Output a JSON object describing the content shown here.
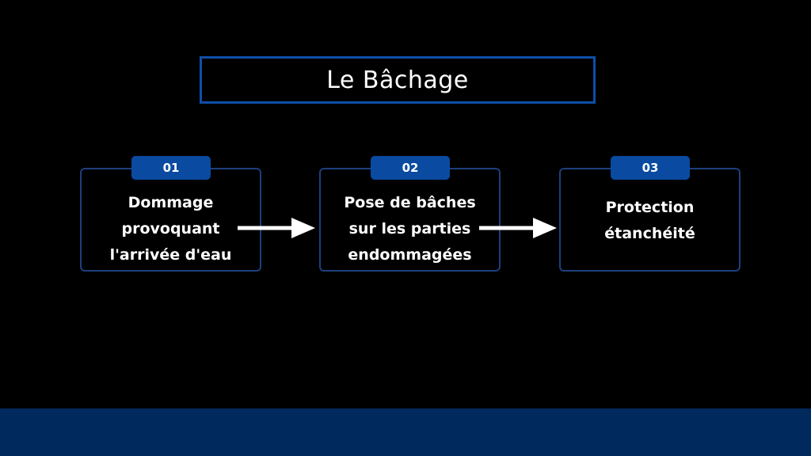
{
  "title": "Le Bâchage",
  "steps": [
    {
      "number": "01",
      "lines": [
        "Dommage",
        "provoquant",
        "l'arrivée d'eau"
      ]
    },
    {
      "number": "02",
      "lines": [
        "Pose de bâches",
        "sur les parties",
        "endommagées"
      ]
    },
    {
      "number": "03",
      "lines": [
        "Protection",
        "étanchéité"
      ]
    }
  ],
  "colors": {
    "background": "#000000",
    "accent_blue": "#0a4aa0",
    "border_blue": "#1d3f7d",
    "title_border": "#0e4fa8",
    "footer": "#002a5e",
    "text": "#ffffff"
  }
}
